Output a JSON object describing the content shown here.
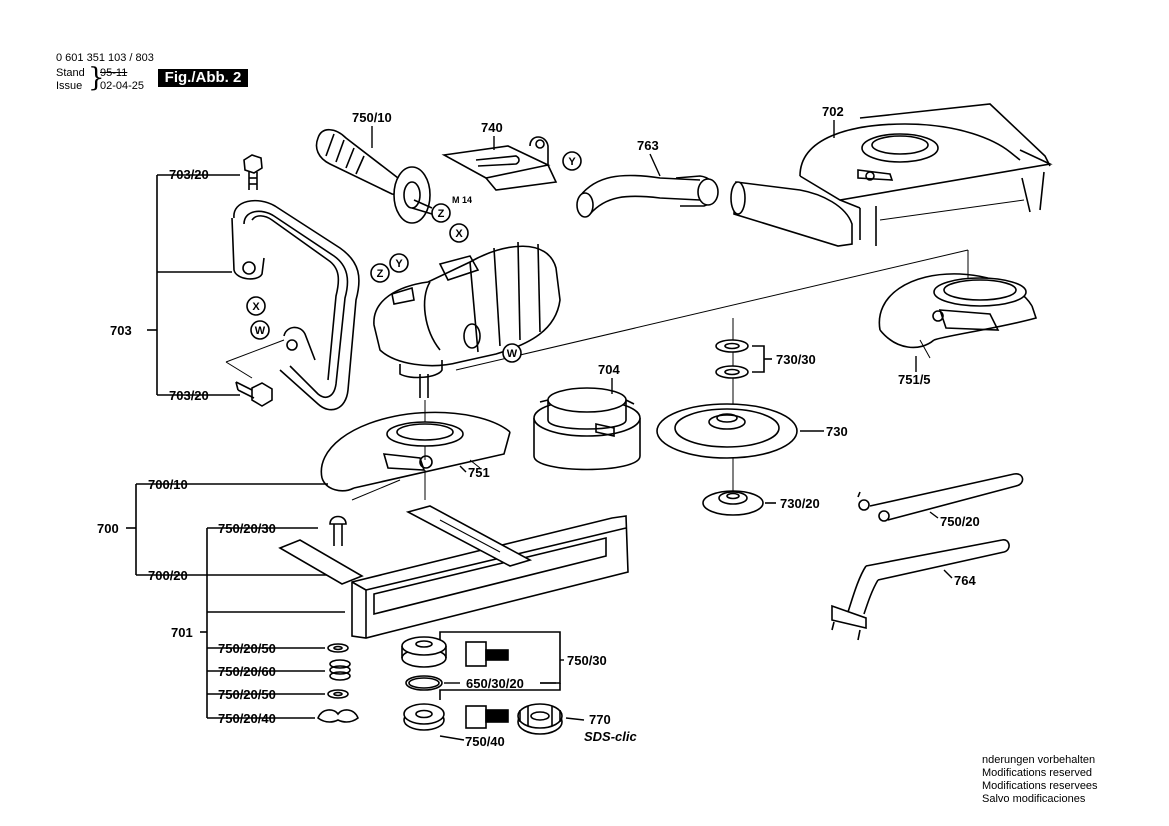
{
  "header": {
    "doc_number": "0 601 351 103 / 803",
    "stand_label": "Stand",
    "stand_value": "95-11",
    "issue_label": "Issue",
    "issue_value": "02-04-25",
    "fig_label": "Fig./Abb. 2"
  },
  "part_labels": {
    "p750_10": "750/10",
    "p740": "740",
    "p763": "763",
    "p702": "702",
    "p703_20_top": "703/20",
    "p703": "703",
    "p703_20_bot": "703/20",
    "p730_30": "730/30",
    "p704": "704",
    "p751_5": "751/5",
    "p730": "730",
    "p751": "751",
    "p700_10": "700/10",
    "p730_20": "730/20",
    "p700": "700",
    "p750_20_30": "750/20/30",
    "p750_20": "750/20",
    "p700_20": "700/20",
    "p764": "764",
    "p701": "701",
    "p750_20_50_a": "750/20/50",
    "p750_30": "750/30",
    "p750_20_60": "750/20/60",
    "p650_30_20": "650/30/20",
    "p750_20_50_b": "750/20/50",
    "p750_20_40": "750/20/40",
    "p770": "770",
    "p750_40": "750/40",
    "sds": "SDS-clic",
    "m14": "M 14"
  },
  "circle_letters": {
    "y1": "Y",
    "z1": "Z",
    "x1": "X",
    "z2": "Z",
    "y2": "Y",
    "x2": "X",
    "w1": "W",
    "w2": "W"
  },
  "notes": {
    "line1": "nderungen vorbehalten",
    "line2": "Modifications reserved",
    "line3": "Modifications reservees",
    "line4": "Salvo modificaciones"
  }
}
